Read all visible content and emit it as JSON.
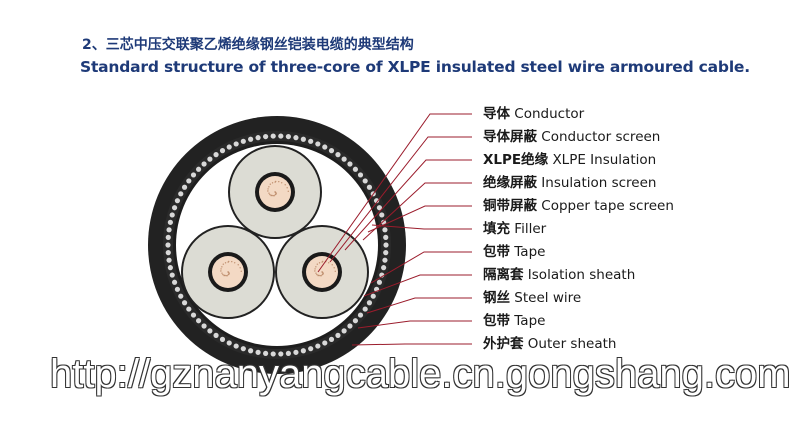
{
  "title_cn": "2、三芯中压交联聚乙烯绝缘钢丝铠装电缆的典型结构",
  "title_en": "Standard structure of three-core of XLPE insulated steel wire armoured cable.",
  "labels": [
    {
      "cn": "导体",
      "en": "Conductor"
    },
    {
      "cn": "导体屏蔽",
      "en": "Conductor screen"
    },
    {
      "cn": "XLPE绝缘",
      "en": "XLPE Insulation"
    },
    {
      "cn": "绝缘屏蔽",
      "en": "Insulation screen"
    },
    {
      "cn": "铜带屏蔽",
      "en": "Copper tape screen"
    },
    {
      "cn": "填充",
      "en": "Filler"
    },
    {
      "cn": "包带",
      "en": "Tape"
    },
    {
      "cn": "隔离套",
      "en": "Isolation sheath"
    },
    {
      "cn": "钢丝",
      "en": "Steel wire"
    },
    {
      "cn": "包带",
      "en": "Tape"
    },
    {
      "cn": "外护套",
      "en": "Outer sheath"
    }
  ],
  "watermark": "http://gznanyangcable.cn.gongshang.com",
  "colors": {
    "title": "#1e3a78",
    "leader": "#9b1c2c",
    "conductor": "#f3d9c4",
    "insulation": "#dcdcd4",
    "sheath": "#222222"
  }
}
